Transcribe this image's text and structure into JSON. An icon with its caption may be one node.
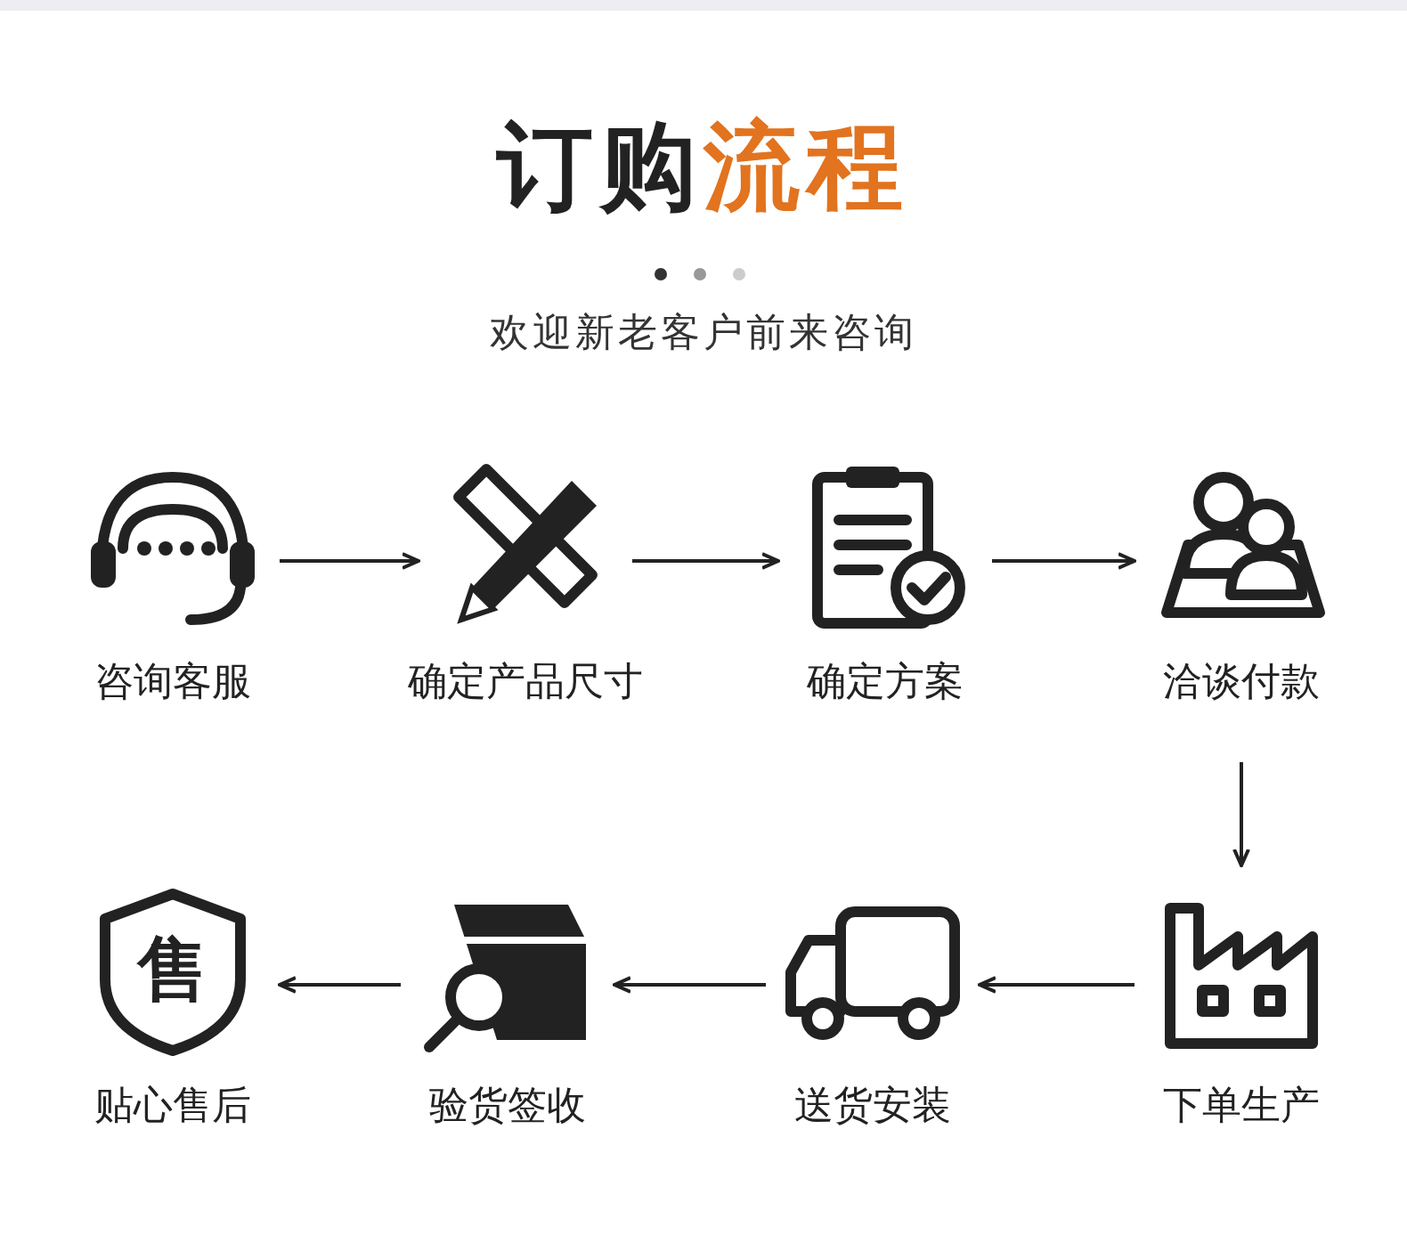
{
  "diagram": {
    "title": "订购流程",
    "nodes": [
      {
        "text": [
          "咨询客服"
        ]
      },
      {
        "text": [
          "确定产品尺寸"
        ]
      },
      {
        "text": [
          "确定方案"
        ]
      },
      {
        "text": [
          "洽谈付款"
        ]
      },
      {
        "text": [
          "下单生产"
        ]
      },
      {
        "text": [
          "送货安装"
        ]
      },
      {
        "text": [
          "验货签收"
        ]
      },
      {
        "text": [
          "售",
          "贴心售后"
        ]
      }
    ],
    "edges": [
      {
        "from": 0,
        "to": 1,
        "arrow": "to"
      },
      {
        "from": 1,
        "to": 2,
        "arrow": "to"
      },
      {
        "from": 2,
        "to": 3,
        "arrow": "to"
      },
      {
        "from": 3,
        "to": 4,
        "arrow": "to"
      },
      {
        "from": 4,
        "to": 5,
        "arrow": "to"
      },
      {
        "from": 5,
        "to": 6,
        "arrow": "to"
      },
      {
        "from": 6,
        "to": 7,
        "arrow": "to"
      }
    ],
    "labels": [
      "欢迎新老客户前来咨询"
    ]
  }
}
